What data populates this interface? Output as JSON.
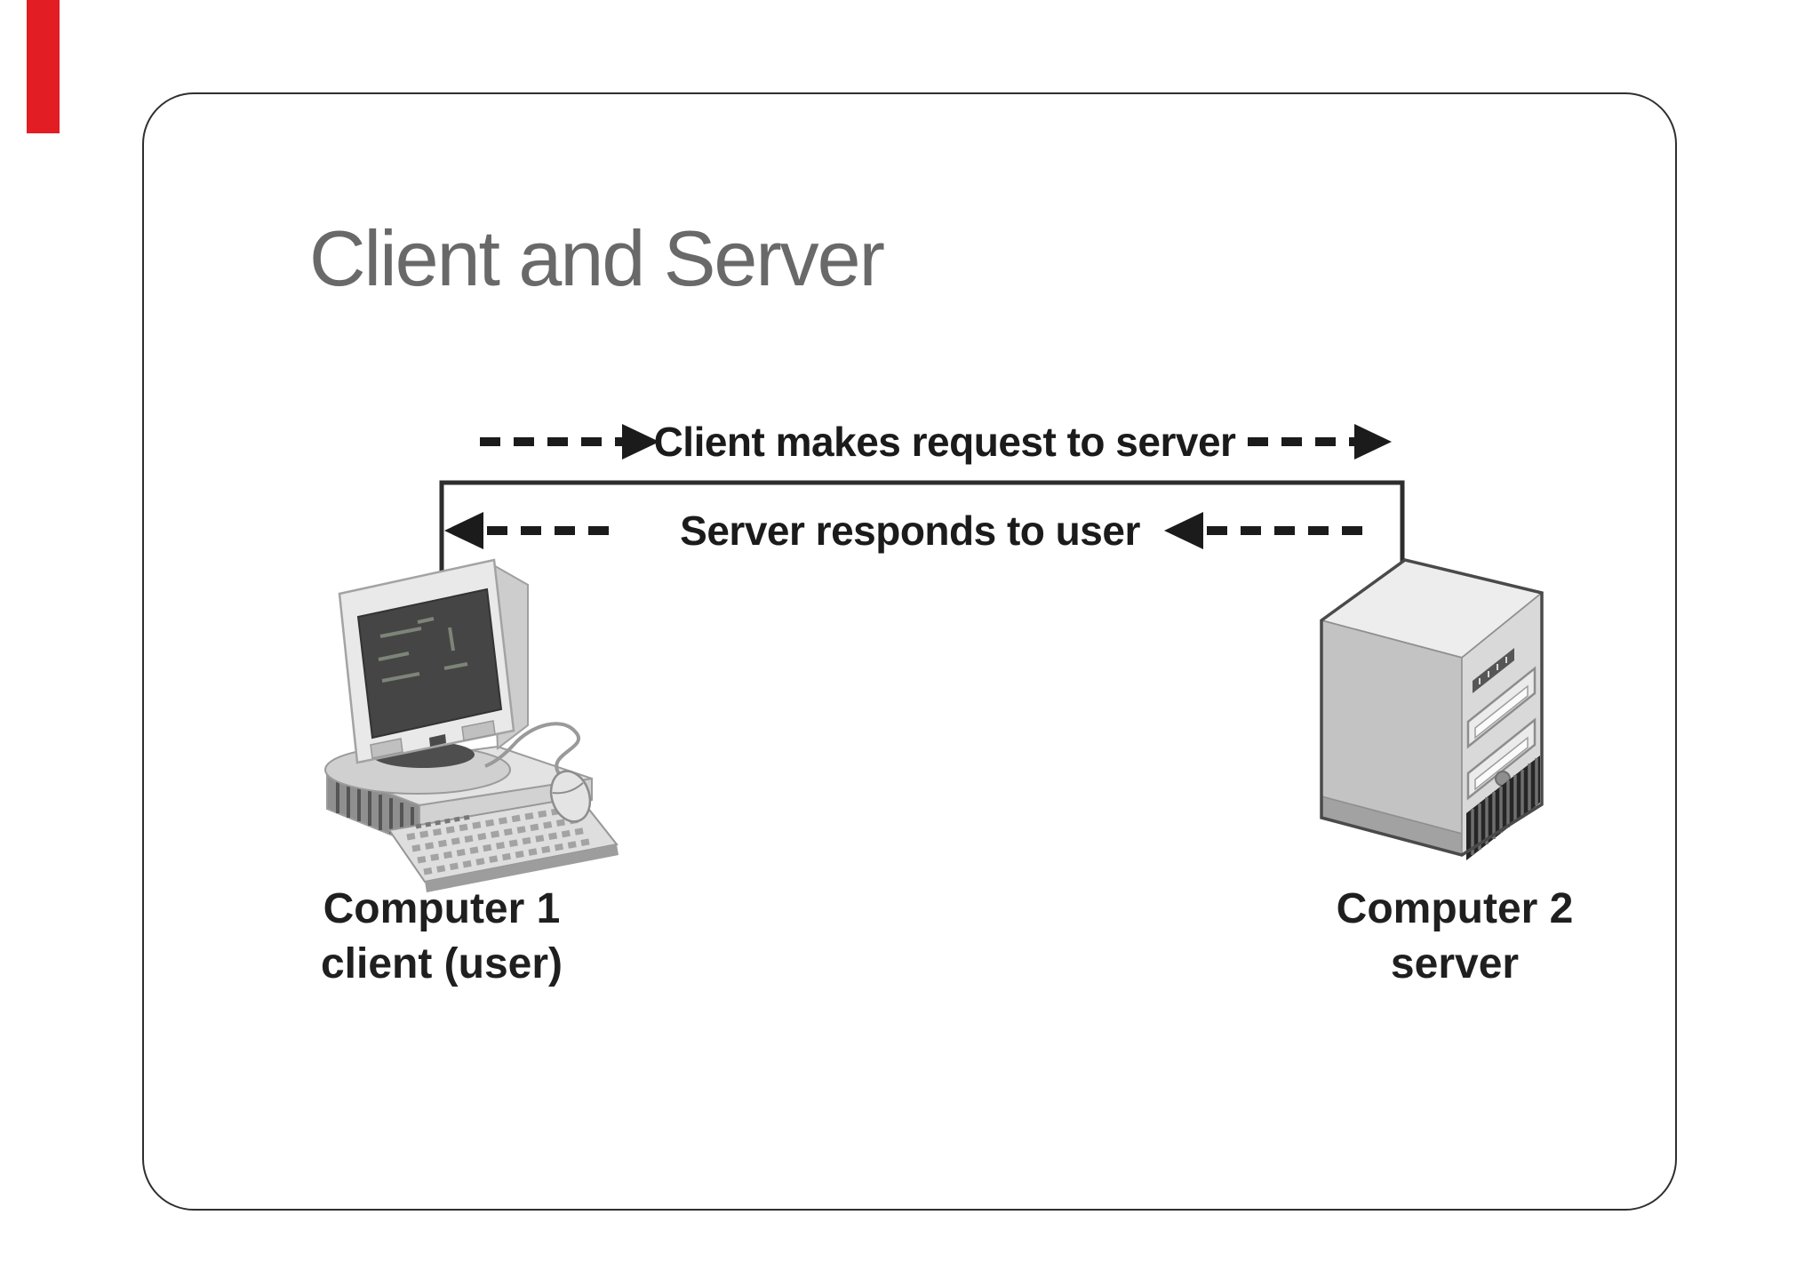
{
  "colors": {
    "page-bg": "#ffffff",
    "red-bar": "#e21d24",
    "slide-border": "#2f2f2f",
    "title": "#696969",
    "ink": "#1b1b1b",
    "label": "#1f1f1f"
  },
  "title": "Client and Server",
  "diagram": {
    "request_label": "Client makes request to server",
    "response_label": "Server responds to user",
    "client": {
      "name": "Computer 1",
      "role": "client (user)"
    },
    "server": {
      "name": "Computer 2",
      "role": "server"
    }
  }
}
